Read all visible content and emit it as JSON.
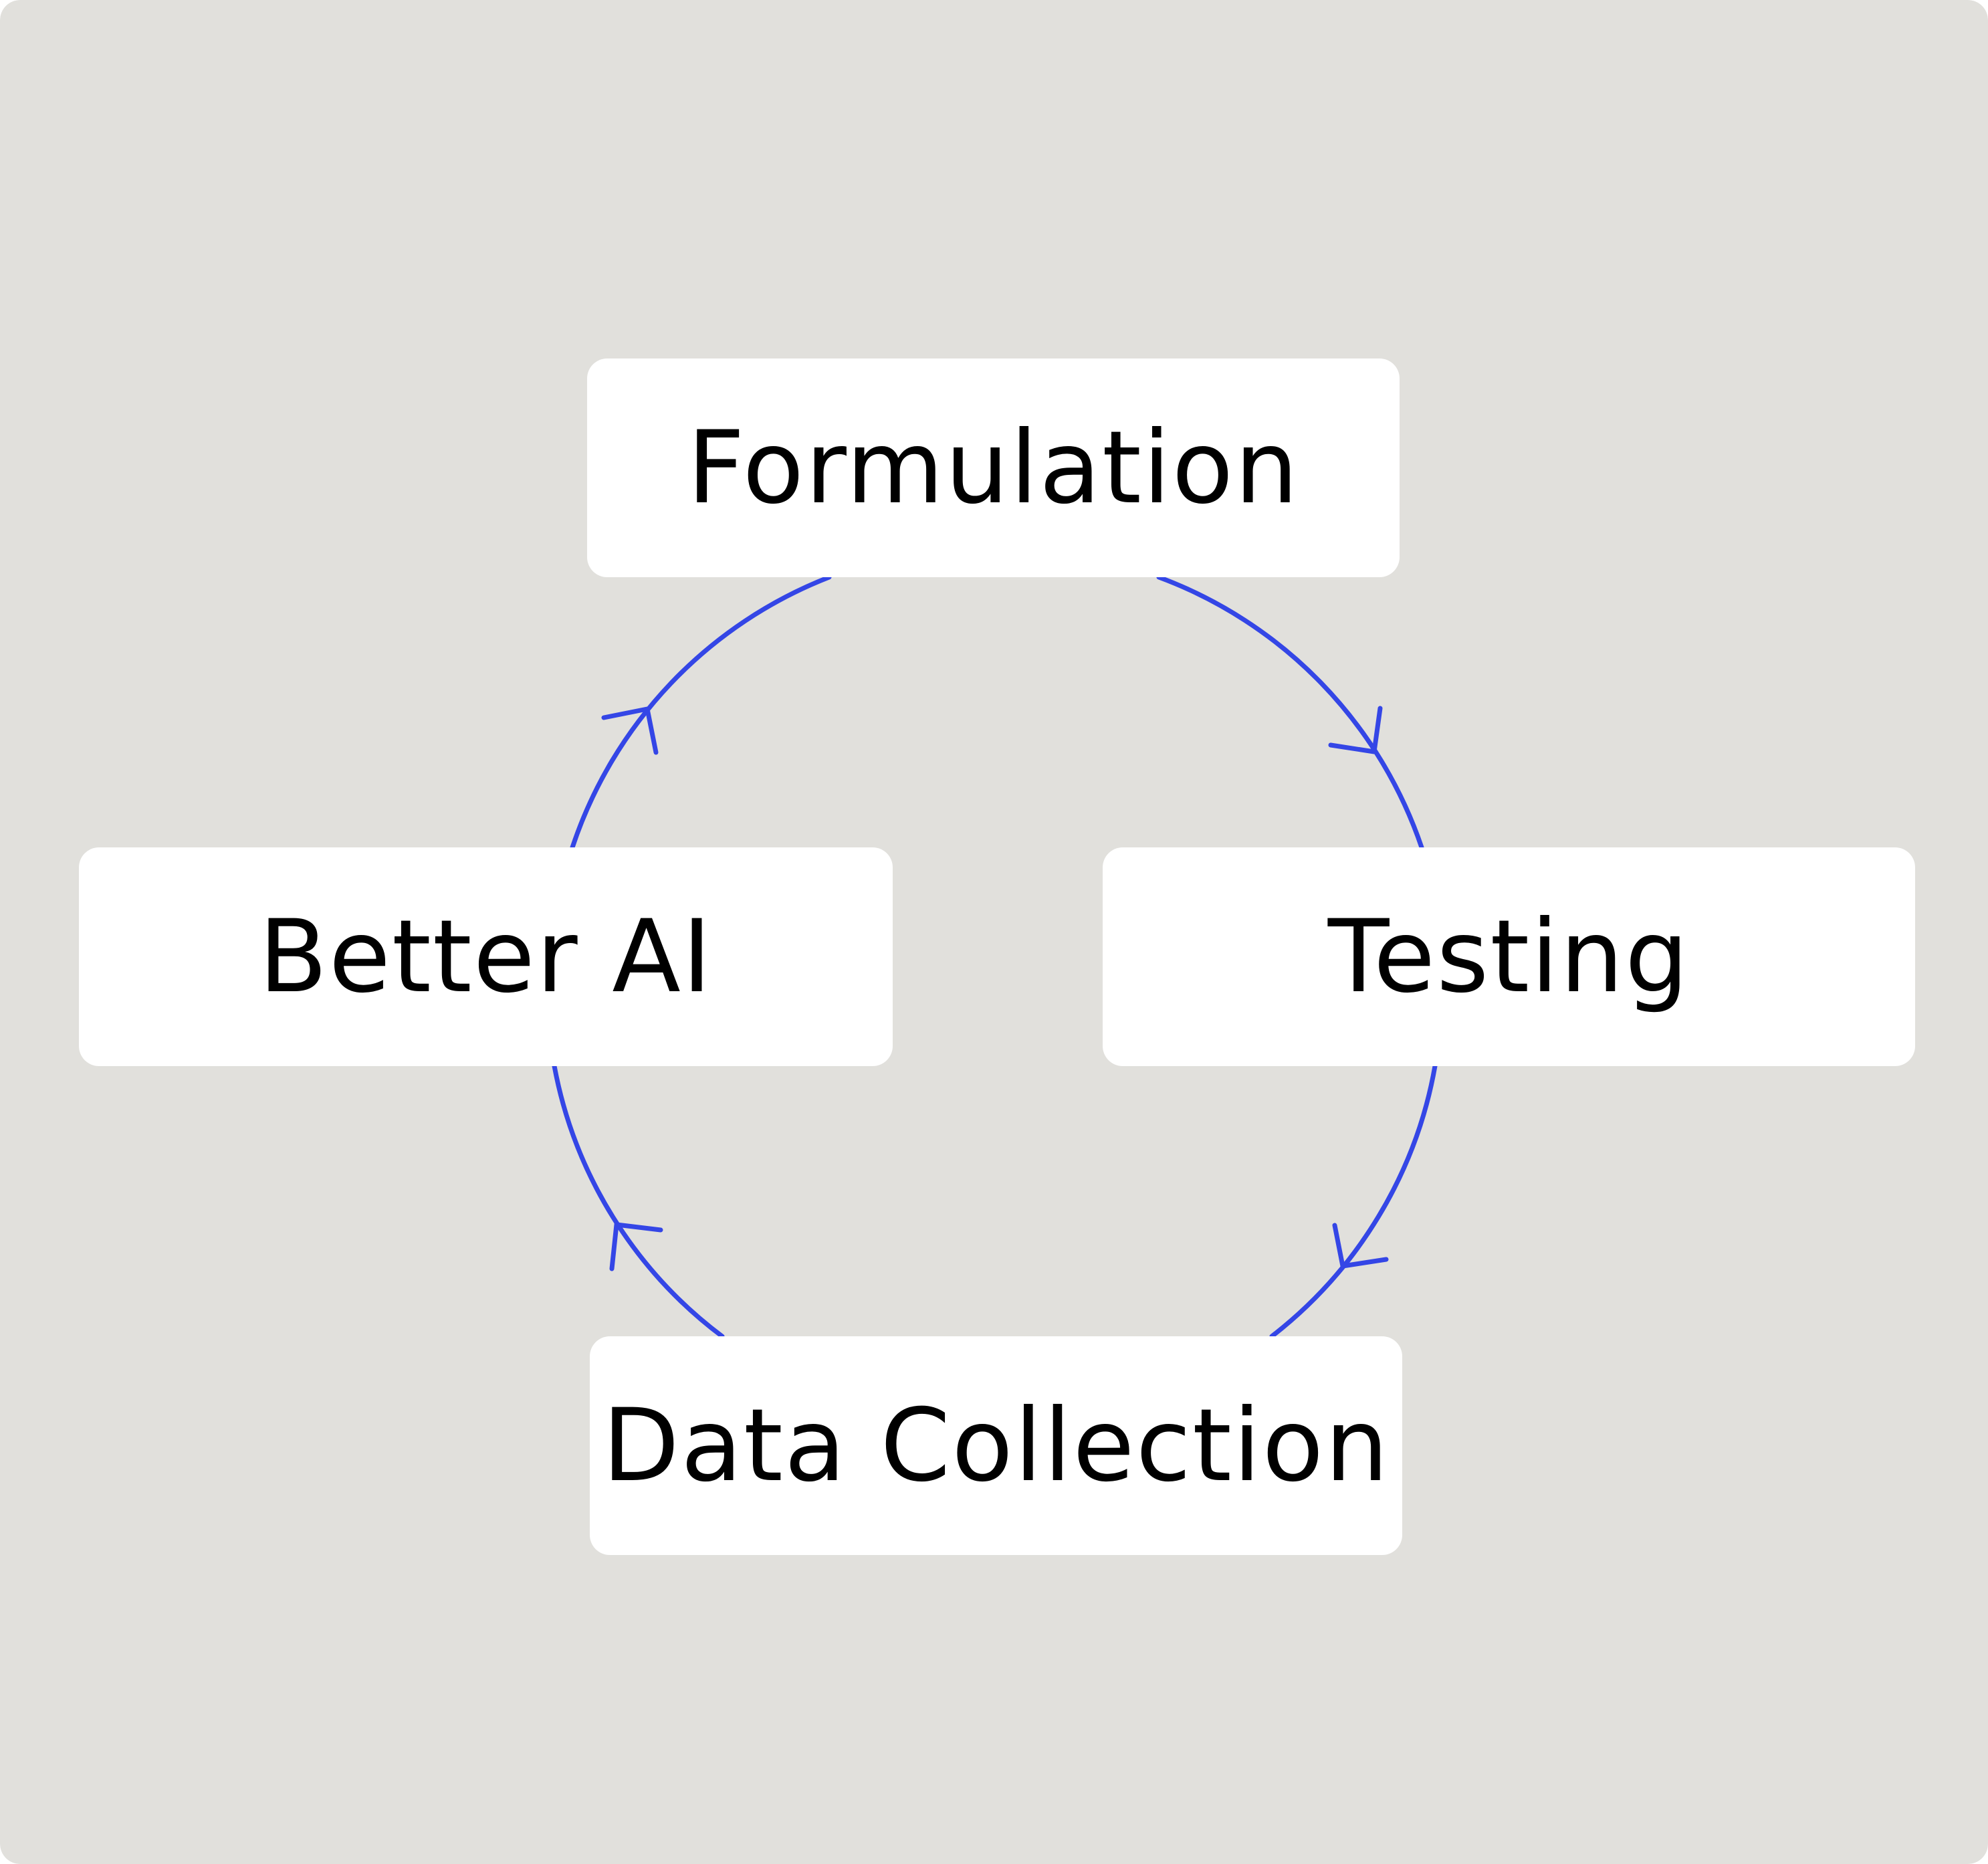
{
  "colors": {
    "background": "#E1E0DC",
    "node_fill": "#FFFFFF",
    "text": "#000000",
    "cycle_stroke": "#3446E6"
  },
  "nodes": {
    "formulation": "Formulation",
    "testing": "Testing",
    "data_collection": "Data Collection",
    "better_ai": "Better AI"
  },
  "cycle_order": [
    "formulation",
    "testing",
    "data_collection",
    "better_ai"
  ],
  "direction": "clockwise"
}
